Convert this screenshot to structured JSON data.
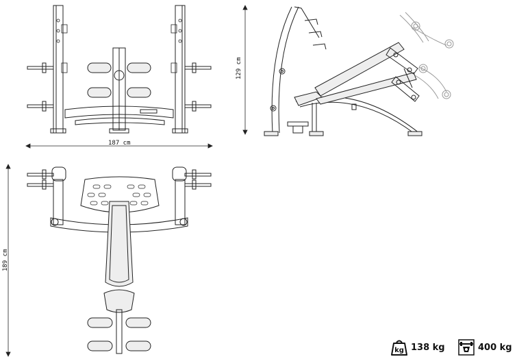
{
  "dimensions": {
    "width": "187 cm",
    "height": "129 cm",
    "length": "189 cm"
  },
  "specs": {
    "weight": {
      "icon": "kg-weight-icon",
      "icon_text": "kg",
      "value": "138 kg"
    },
    "max_load": {
      "icon": "barbell-load-icon",
      "value": "400 kg"
    }
  },
  "colors": {
    "line": "#222222",
    "pad_fill": "#eeeeee"
  }
}
